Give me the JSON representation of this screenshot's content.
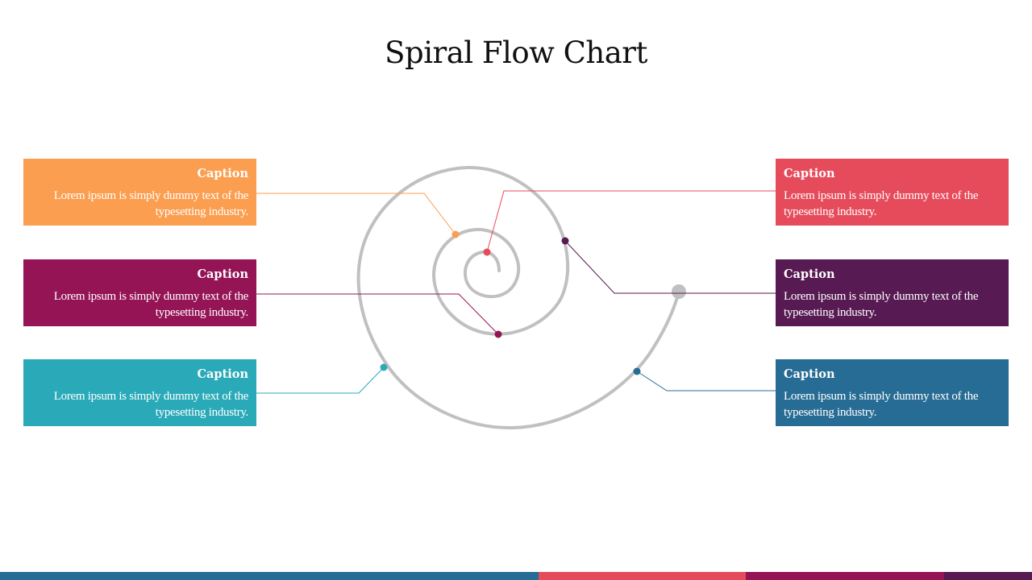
{
  "title": "Spiral Flow Chart",
  "colors": {
    "orange": "#FB9E50",
    "red": "#E64B5B",
    "magenta": "#941455",
    "purple": "#571A52",
    "teal": "#2AAAB8",
    "blue": "#276C94",
    "spiral": "#C0C0C0"
  },
  "steps": [
    {
      "id": "orange",
      "side": "left",
      "caption": "Caption",
      "text": "Lorem ipsum is simply dummy text of the typesetting industry.",
      "color": "#FB9E50"
    },
    {
      "id": "magenta",
      "side": "left",
      "caption": "Caption",
      "text": "Lorem ipsum is simply dummy text of the typesetting industry.",
      "color": "#941455"
    },
    {
      "id": "teal",
      "side": "left",
      "caption": "Caption",
      "text": "Lorem ipsum is simply dummy text of the typesetting industry.",
      "color": "#2AAAB8"
    },
    {
      "id": "red",
      "side": "right",
      "caption": "Caption",
      "text": "Lorem ipsum is simply dummy text of the typesetting industry.",
      "color": "#E64B5B"
    },
    {
      "id": "purple",
      "side": "right",
      "caption": "Caption",
      "text": "Lorem ipsum is simply dummy text of the typesetting industry.",
      "color": "#571A52"
    },
    {
      "id": "blue",
      "side": "right",
      "caption": "Caption",
      "text": "Lorem ipsum is simply dummy text of the typesetting industry.",
      "color": "#276C94"
    }
  ],
  "bottom_bar": [
    "#276C94",
    "#E64B5B",
    "#941455",
    "#571A52"
  ]
}
